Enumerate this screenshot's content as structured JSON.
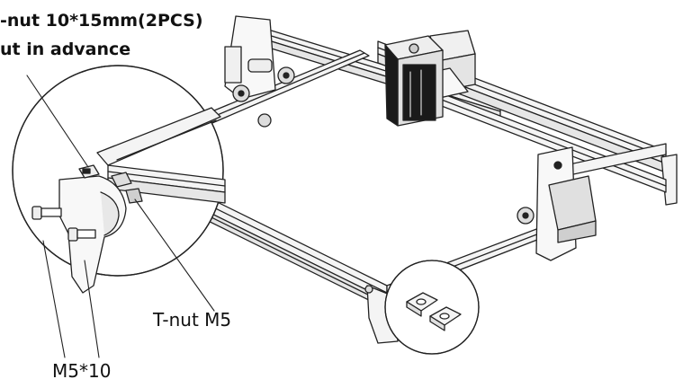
{
  "labels": {
    "tnut_top_line1": "-nut 10*15mm(2PCS)",
    "tnut_top_line2": "ut in advance",
    "tnut_m5": "T-nut M5",
    "screw_m5x10": "M5*10"
  },
  "colors": {
    "line": "#222222",
    "frame_fill": "#f4f4f4",
    "dark_part": "#1a1a1a",
    "text": "#111111"
  },
  "icons": {
    "laser_module": "laser-module-icon",
    "stepper_motor": "stepper-motor-icon"
  }
}
